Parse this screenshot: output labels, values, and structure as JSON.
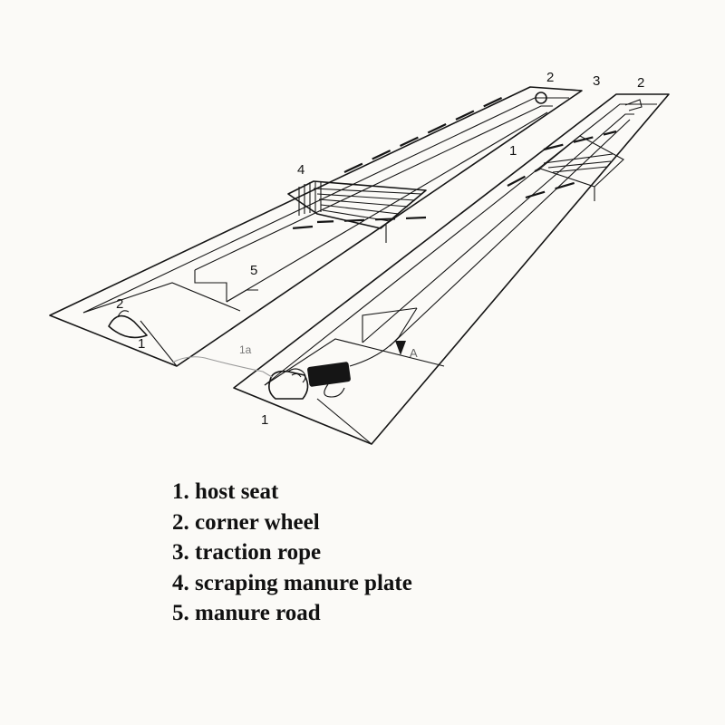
{
  "labels": {
    "corner_wheel_top_left": "2",
    "traction_rope_label": "3",
    "corner_wheel_top_right": "2",
    "host_seat_lane": "1",
    "scraper_plate": "4",
    "manure_road": "5",
    "corner_wheel_bottom_left": "2",
    "corner_wheel_bottom_left_mark": "1",
    "host_seat_bottom": "1",
    "rope_scribble": "1a",
    "bottom_right_scribble": "A"
  },
  "legend": [
    {
      "text": "1. host seat"
    },
    {
      "text": "2. corner wheel"
    },
    {
      "text": "3. traction rope"
    },
    {
      "text": "4. scraping manure plate"
    },
    {
      "text": "5. manure road"
    }
  ]
}
